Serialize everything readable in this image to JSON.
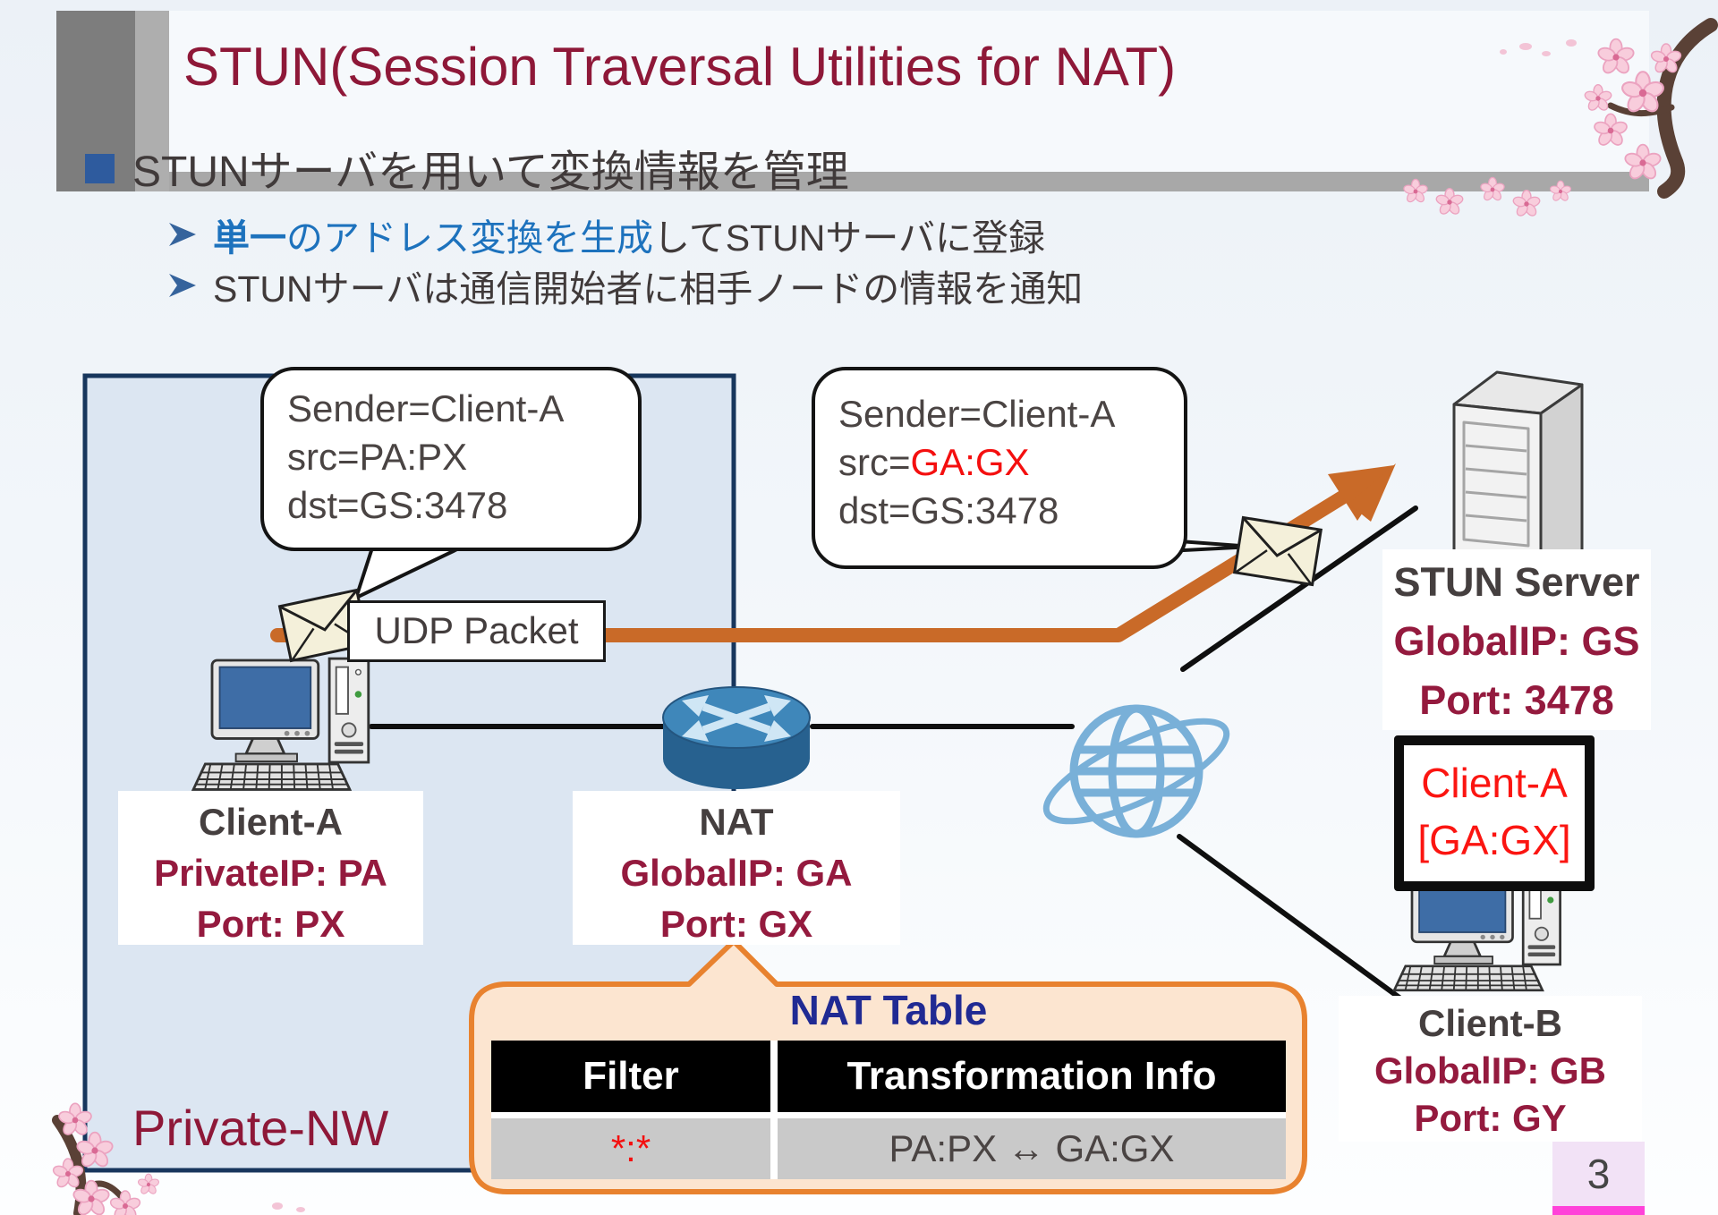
{
  "header": {
    "title": "STUN(Session Traversal Utilities for NAT)"
  },
  "bullets": {
    "main": "STUNサーバを用いて変換情報を管理",
    "sub1": {
      "bold": "単一",
      "blue": "のアドレス変換を生成",
      "rest": "してSTUNサーバに登録"
    },
    "sub2": "STUNサーバは通信開始者に相手ノードの情報を通知"
  },
  "diagram": {
    "private_nw": "Private-NW",
    "udp_label": "UDP Packet",
    "bubble1": {
      "line1": "Sender=Client-A",
      "line2": "src=PA:PX",
      "line3": "dst=GS:3478"
    },
    "bubble2": {
      "line1": "Sender=Client-A",
      "line2_prefix": "src=",
      "line2_value": "GA:GX",
      "line3": "dst=GS:3478"
    },
    "nodes": {
      "client_a": {
        "name": "Client-A",
        "ip": "PrivateIP: PA",
        "port": "Port: PX"
      },
      "nat": {
        "name": "NAT",
        "ip": "GlobalIP: GA",
        "port": "Port: GX"
      },
      "stun_server": {
        "name": "STUN Server",
        "ip": "GlobalIP: GS",
        "port": "Port: 3478"
      },
      "client_b": {
        "name": "Client-B",
        "ip": "GlobalIP: GB",
        "port": "Port: GY"
      }
    },
    "registered": {
      "line1": "Client-A",
      "line2": "[GA:GX]"
    }
  },
  "nat_table": {
    "title": "NAT Table",
    "headers": [
      "Filter",
      "Transformation Info"
    ],
    "row": {
      "filter": "*:*",
      "info": "PA:PX ↔ GA:GX"
    }
  },
  "page_number": "3",
  "colors": {
    "title_maroon": "#8e1838",
    "label_maroon": "#941a3e",
    "accent_blue": "#1d72bd",
    "bullet_blue": "#2e5b9e",
    "nat_table_navy": "#202a93",
    "highlight_red": "#f40f0f",
    "arrow_orange": "#c96a28",
    "callout_fill": "#fce5d0",
    "callout_border": "#e8822f",
    "private_box_fill": "#dce6f2",
    "private_box_border": "#17365d",
    "page_num_pink": "#ff42d9"
  }
}
